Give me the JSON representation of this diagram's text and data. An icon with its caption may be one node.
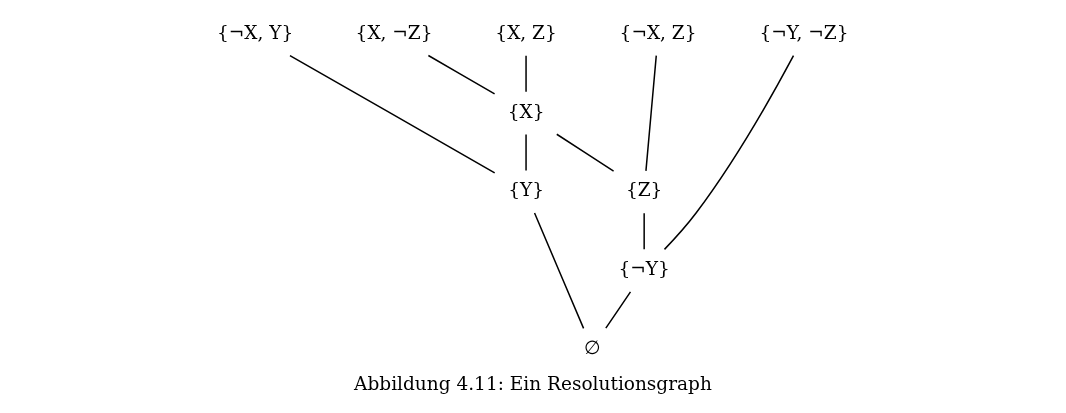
{
  "diagram": {
    "caption": "Abbildung 4.11: Ein Resolutionsgraph",
    "nodes": [
      {
        "text": [
          "{¬X, Y}"
        ]
      },
      {
        "text": [
          "{X, Z}"
        ]
      },
      {
        "text": [
          "{X, ¬Z}"
        ]
      },
      {
        "text": [
          "{¬X, Z}"
        ]
      },
      {
        "text": [
          "{¬Y, ¬Z}"
        ]
      },
      {
        "text": [
          "{X}"
        ]
      },
      {
        "text": [
          "{Y}"
        ]
      },
      {
        "text": [
          "{Z}"
        ]
      },
      {
        "text": [
          "{¬Y}"
        ]
      },
      {
        "text": [
          "∅"
        ]
      }
    ],
    "edges": [
      {
        "from": 1,
        "to": 5,
        "arrow": "none"
      },
      {
        "from": 2,
        "to": 5,
        "arrow": "none"
      },
      {
        "from": 0,
        "to": 6,
        "arrow": "none"
      },
      {
        "from": 5,
        "to": 6,
        "arrow": "none"
      },
      {
        "from": 5,
        "to": 7,
        "arrow": "none"
      },
      {
        "from": 3,
        "to": 7,
        "arrow": "none"
      },
      {
        "from": 7,
        "to": 8,
        "arrow": "none"
      },
      {
        "from": 4,
        "to": 8,
        "arrow": "none"
      },
      {
        "from": 6,
        "to": 9,
        "arrow": "none"
      },
      {
        "from": 8,
        "to": 9,
        "arrow": "none"
      }
    ]
  }
}
